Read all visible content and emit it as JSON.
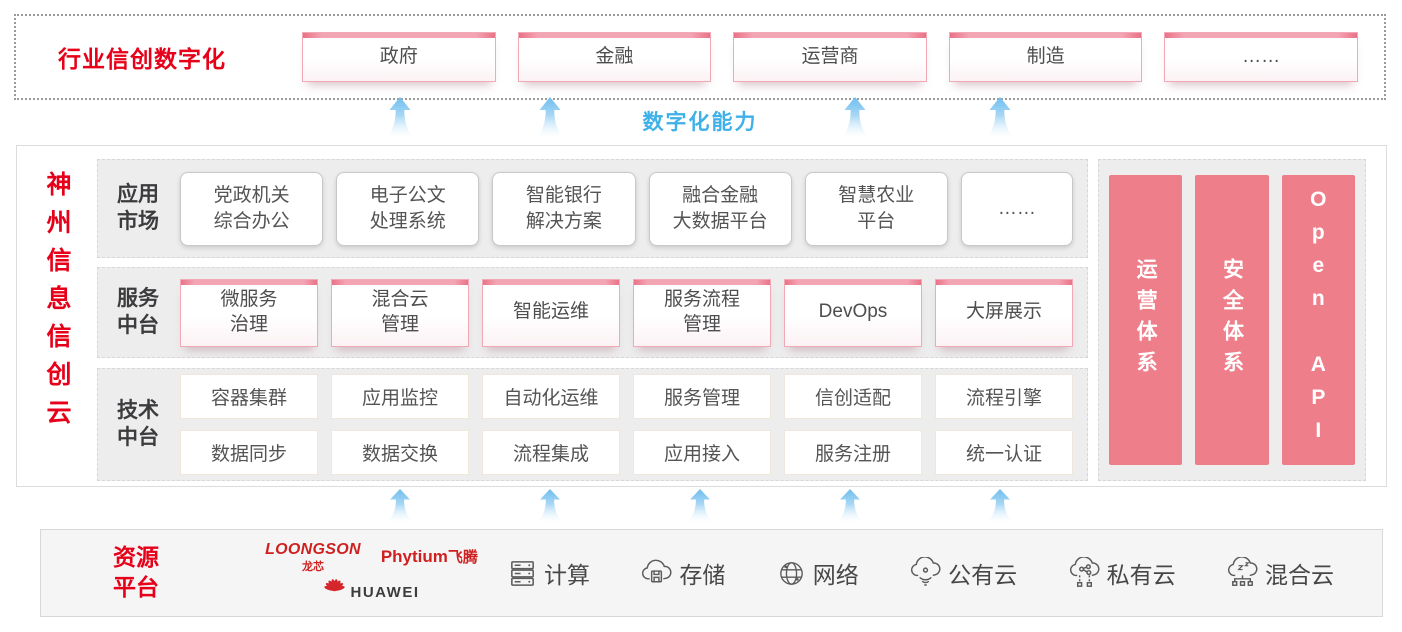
{
  "colors": {
    "brand_red": "#e60019",
    "pillar_salmon": "#ee7e8a",
    "capability_blue": "#3fb0e8",
    "box_border_pink": "#f2a9b6"
  },
  "top_banner": {
    "label": "行业信创数字化",
    "boxes": [
      "政府",
      "金融",
      "运营商",
      "制造",
      "……"
    ]
  },
  "capability_label": "数字化能力",
  "platform": {
    "title": "神州信息信创云",
    "rows": [
      {
        "label": "应用\n市场",
        "items": [
          "党政机关\n综合办公",
          "电子公文\n处理系统",
          "智能银行\n解决方案",
          "融合金融\n大数据平台",
          "智慧农业\n平台",
          "……"
        ]
      },
      {
        "label": "服务\n中台",
        "items": [
          "微服务\n治理",
          "混合云\n管理",
          "智能运维",
          "服务流程\n管理",
          "DevOps",
          "大屏展示"
        ]
      },
      {
        "label": "技术\n中台",
        "items_top": [
          "容器集群",
          "应用监控",
          "自动化运维",
          "服务管理",
          "信创适配",
          "流程引擎"
        ],
        "items_bottom": [
          "数据同步",
          "数据交换",
          "流程集成",
          "应用接入",
          "服务注册",
          "统一认证"
        ]
      }
    ],
    "pillars": [
      "运营体系",
      "安全体系",
      "Open API"
    ]
  },
  "resources": {
    "label": "资源\n平台",
    "vendors": {
      "loongson_en": "LOONGSON",
      "loongson_cn": "龙芯",
      "phytium_en": "Phytium",
      "phytium_cn": "飞腾",
      "huawei": "HUAWEI"
    },
    "items": [
      {
        "icon": "compute-icon",
        "label": "计算"
      },
      {
        "icon": "storage-icon",
        "label": "存储"
      },
      {
        "icon": "network-icon",
        "label": "网络"
      },
      {
        "icon": "public-cloud-icon",
        "label": "公有云"
      },
      {
        "icon": "private-cloud-icon",
        "label": "私有云"
      },
      {
        "icon": "hybrid-cloud-icon",
        "label": "混合云"
      }
    ]
  }
}
